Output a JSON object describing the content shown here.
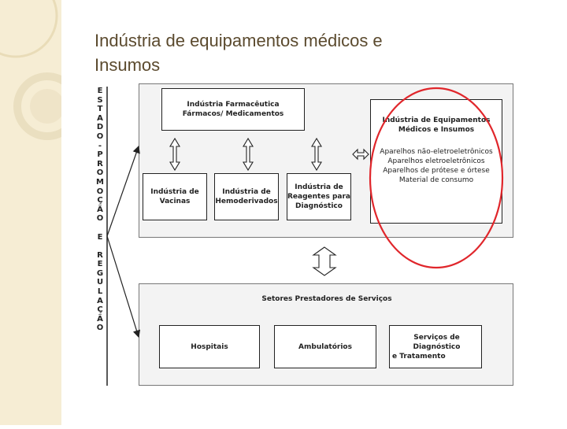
{
  "slide": {
    "title_lines": [
      "Indústria de equipamentos médicos e",
      "Insumos"
    ]
  },
  "figure": {
    "vertical_label": [
      "E",
      "S",
      "T",
      "A",
      "D",
      "O",
      "-",
      "P",
      "R",
      "O",
      "M",
      "O",
      "Ç",
      "Ã",
      "O",
      "",
      "E",
      "",
      "R",
      "E",
      "G",
      "U",
      "L",
      "A",
      "Ç",
      "Ã",
      "O"
    ],
    "pharma": {
      "line1": "Indústria Farmacêutica",
      "line2": "Fármacos/ Medicamentos"
    },
    "vacinas": {
      "line1": "Indústria de",
      "line2": "Vacinas"
    },
    "hemoderivados": {
      "line1": "Indústria de",
      "line2": "Hemoderivados"
    },
    "reagentes": {
      "line1": "Indústria de",
      "line2": "Reagentes para",
      "line3": "Diagnóstico"
    },
    "equipamentos": {
      "title1": "Indústria de Equipamentos",
      "title2": "Médicos e Insumos",
      "items": [
        "Aparelhos não-eletroeletrônicos",
        "Aparelhos eletroeletrônicos",
        "Aparelhos de prótese e órtese",
        "Material de consumo"
      ]
    },
    "setores": {
      "title": "Setores Prestadores de Serviços"
    },
    "hospitais": "Hospitais",
    "ambulatorios": "Ambulatórios",
    "servicos": {
      "line1": "Serviços de Diagnóstico",
      "line2": "e Tratamento"
    },
    "colors": {
      "highlight_circle": "#e0262b",
      "panel": "#f3f3f3",
      "deco": "#f6edd4"
    }
  }
}
